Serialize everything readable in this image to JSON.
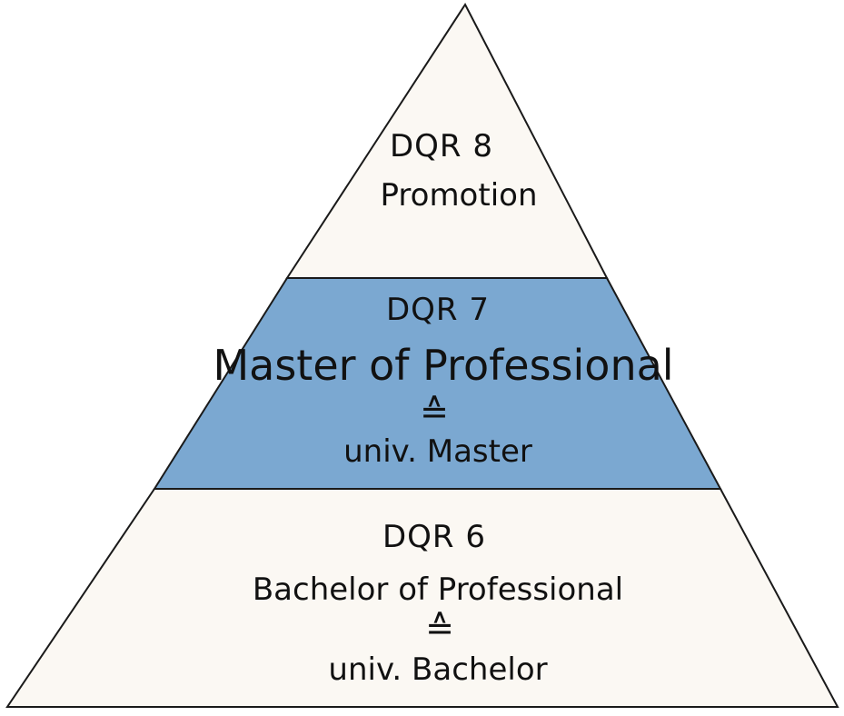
{
  "colors": {
    "top_fill": "#fbf8f3",
    "middle_fill": "#7ba8d1",
    "bottom_fill": "#fbf8f3",
    "outline": "#1a1a1a"
  },
  "tiers": {
    "top": {
      "level": "DQR 8",
      "title": "Promotion"
    },
    "middle": {
      "level": "DQR 7",
      "title": "Master of Professional",
      "equiv": "≙",
      "subtitle": "univ. Master"
    },
    "bottom": {
      "level": "DQR 6",
      "title": "Bachelor of Professional",
      "equiv": "≙",
      "subtitle": "univ. Bachelor"
    }
  }
}
